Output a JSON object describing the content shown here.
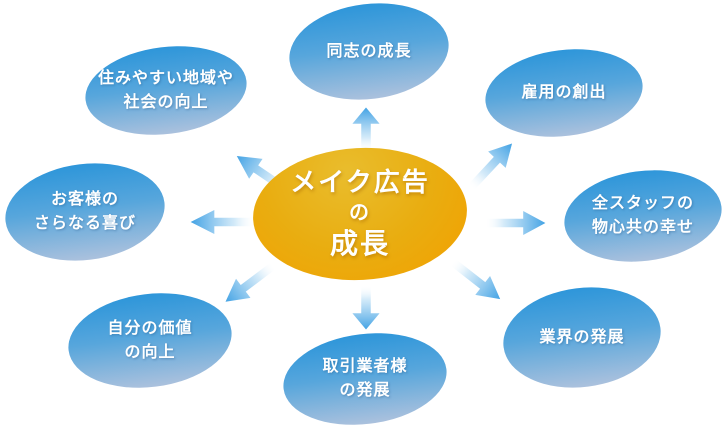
{
  "colors": {
    "background": "#ffffff",
    "node_gradient_top": "#2e96da",
    "node_gradient_bottom": "#abc1dd",
    "center_gradient_inner": "#e9bd2d",
    "center_gradient_outer": "#f3a000",
    "arrow_blue": "#42a2e4",
    "text": "#ffffff"
  },
  "diagram": {
    "center": {
      "lines": [
        "メイク広告",
        "の",
        "成長"
      ]
    },
    "nodes": [
      {
        "id": "top",
        "lines": [
          "同志の成長"
        ]
      },
      {
        "id": "top-right",
        "lines": [
          "雇用の創出"
        ]
      },
      {
        "id": "right",
        "lines": [
          "全スタッフの",
          "物心共の幸せ"
        ]
      },
      {
        "id": "bottom-right",
        "lines": [
          "業界の発展"
        ]
      },
      {
        "id": "bottom",
        "lines": [
          "取引業者様",
          "の発展"
        ]
      },
      {
        "id": "bottom-left",
        "lines": [
          "自分の価値",
          "の向上"
        ]
      },
      {
        "id": "left",
        "lines": [
          "お客様の",
          "さらなる喜び"
        ]
      },
      {
        "id": "top-left",
        "lines": [
          "住みやすい地域や",
          "社会の向上"
        ]
      }
    ]
  }
}
